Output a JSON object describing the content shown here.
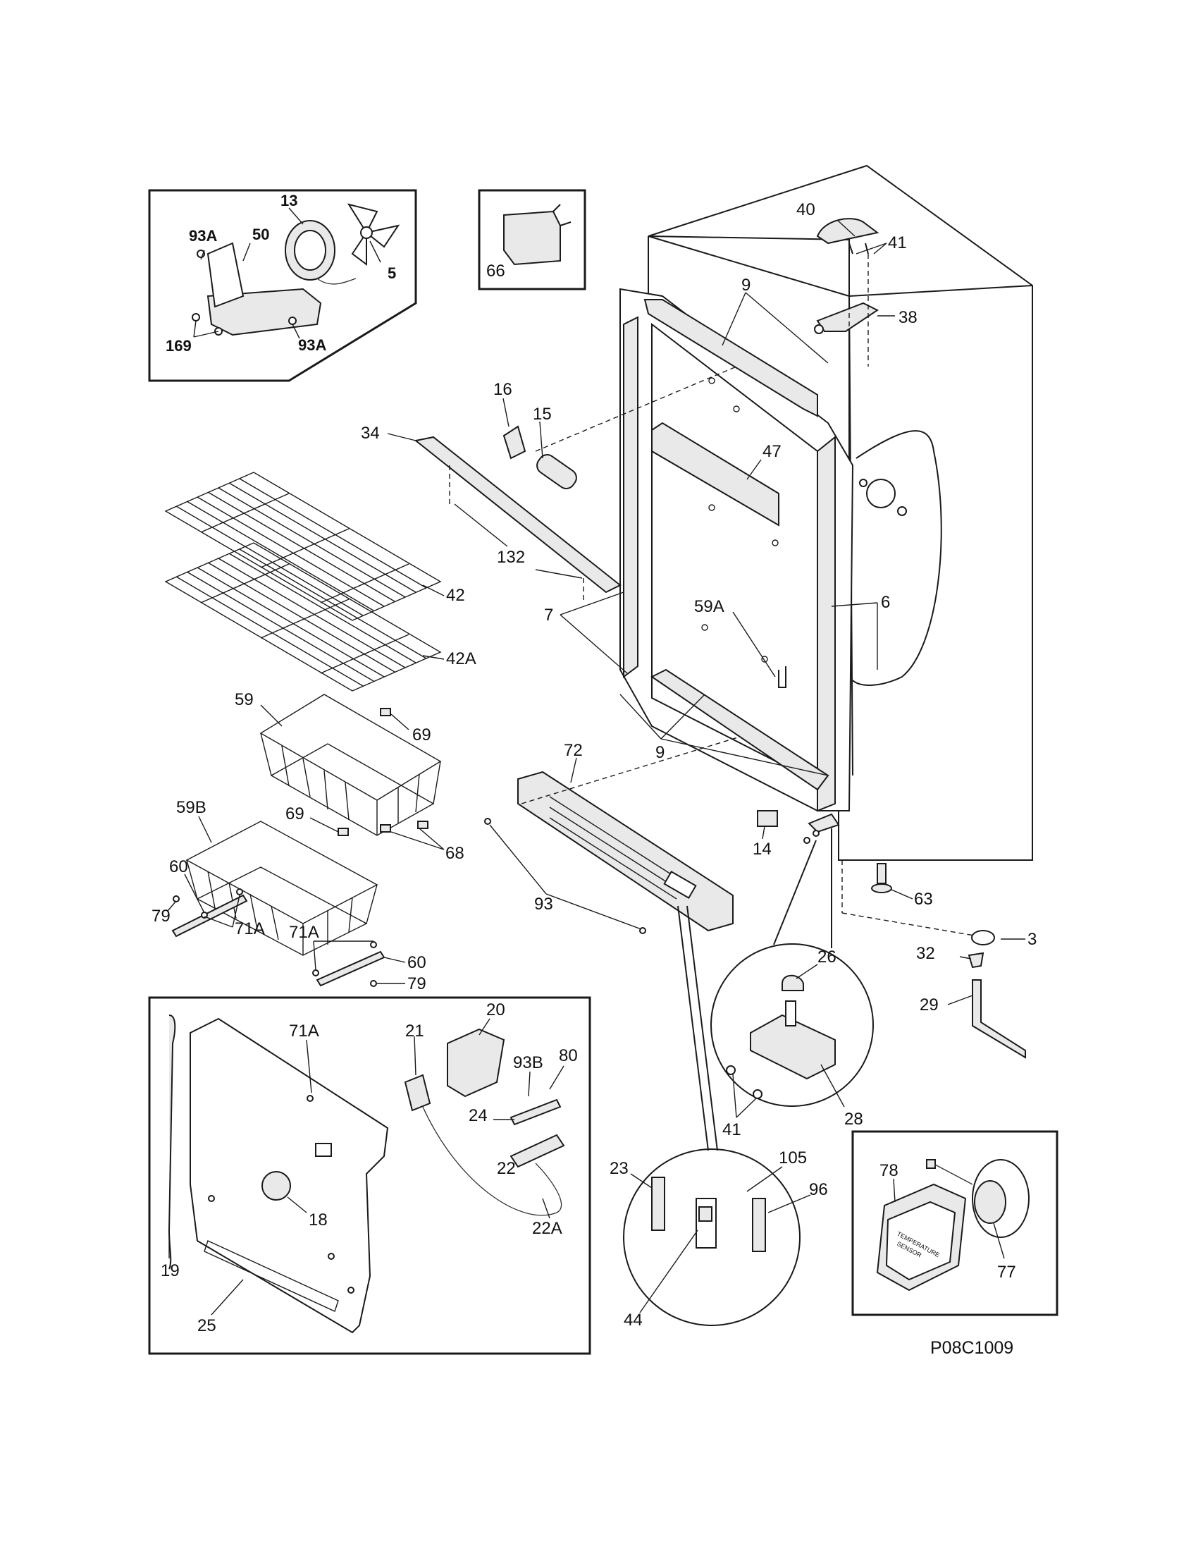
{
  "diagram": {
    "code": "P08C1009",
    "labels": {
      "p13": "13",
      "p93A_a": "93A",
      "p50": "50",
      "p5": "5",
      "p169": "169",
      "p93A_b": "93A",
      "p66": "66",
      "p40": "40",
      "p41_top": "41",
      "p38": "38",
      "p9_top": "9",
      "p16": "16",
      "p15": "15",
      "p34": "34",
      "p47": "47",
      "p132": "132",
      "p42": "42",
      "p42A": "42A",
      "p7": "7",
      "p59A": "59A",
      "p6": "6",
      "p59": "59",
      "p69_a": "69",
      "p59B": "59B",
      "p69_b": "69",
      "p68": "68",
      "p72": "72",
      "p9_bot": "9",
      "p14": "14",
      "p63": "63",
      "p93": "93",
      "p60_a": "60",
      "p79_a": "79",
      "p71A_a": "71A",
      "p71A_b": "71A",
      "p60_b": "60",
      "p79_b": "79",
      "p26": "26",
      "p3": "3",
      "p32": "32",
      "p29": "29",
      "p41_bot": "41",
      "p28": "28",
      "p71A_c": "71A",
      "p21": "21",
      "p20": "20",
      "p93B": "93B",
      "p80": "80",
      "p24": "24",
      "p22": "22",
      "p22A": "22A",
      "p18": "18",
      "p19": "19",
      "p25": "25",
      "p23": "23",
      "p105": "105",
      "p96": "96",
      "p44": "44",
      "p78": "78",
      "p77": "77"
    }
  }
}
